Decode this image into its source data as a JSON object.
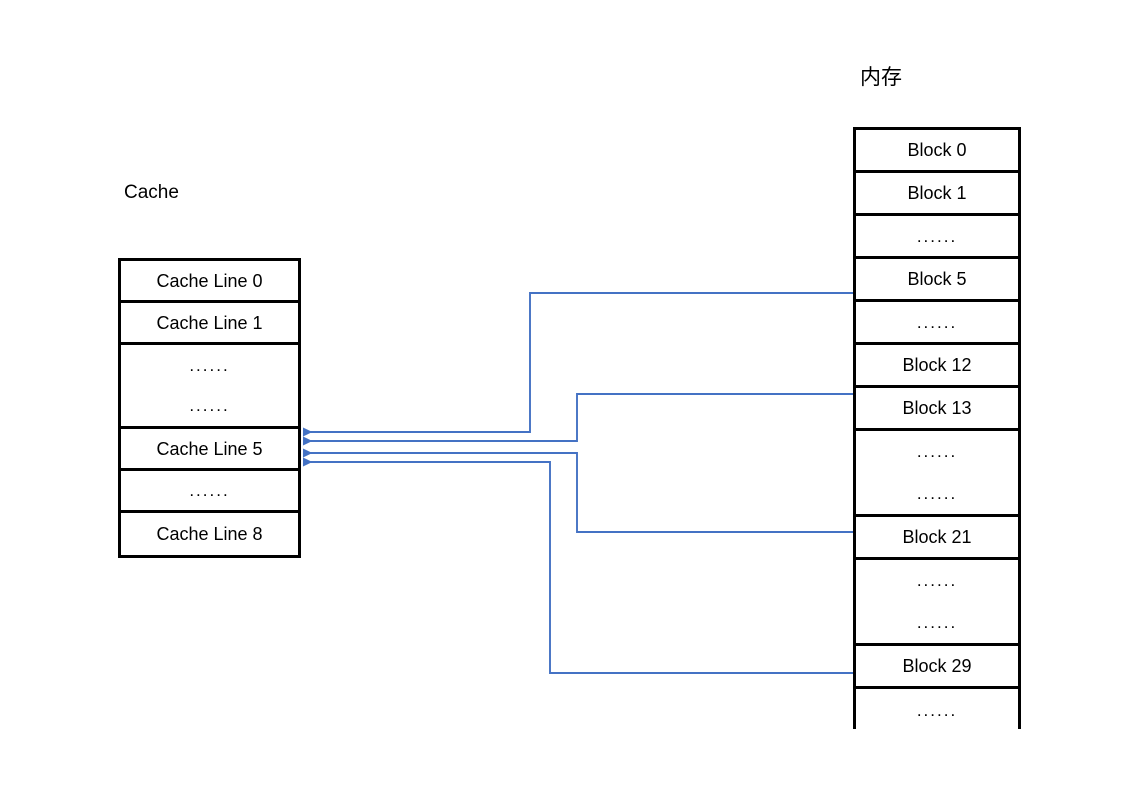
{
  "diagram": {
    "title_cache": "Cache",
    "title_memory": "内存",
    "accent_color": "#4472C4",
    "line_color": "#000000",
    "background": "#ffffff"
  },
  "cache": {
    "label": "Cache",
    "rows": [
      {
        "text": "Cache Line 0",
        "kind": "label"
      },
      {
        "text": "Cache Line 1",
        "kind": "label"
      },
      {
        "text": "......",
        "kind": "dots"
      },
      {
        "text": "......",
        "kind": "dots"
      },
      {
        "text": "Cache Line 5",
        "kind": "label"
      },
      {
        "text": "......",
        "kind": "dots"
      },
      {
        "text": "Cache Line 8",
        "kind": "label"
      }
    ]
  },
  "memory": {
    "label": "内存",
    "rows": [
      {
        "text": "Block 0",
        "kind": "label"
      },
      {
        "text": "Block 1",
        "kind": "label"
      },
      {
        "text": "......",
        "kind": "dots"
      },
      {
        "text": "Block 5",
        "kind": "label"
      },
      {
        "text": "......",
        "kind": "dots"
      },
      {
        "text": "Block 12",
        "kind": "label"
      },
      {
        "text": "Block 13",
        "kind": "label"
      },
      {
        "text": "......",
        "kind": "dots"
      },
      {
        "text": "......",
        "kind": "dots"
      },
      {
        "text": "Block 21",
        "kind": "label"
      },
      {
        "text": "......",
        "kind": "dots"
      },
      {
        "text": "......",
        "kind": "dots"
      },
      {
        "text": "Block 29",
        "kind": "label"
      },
      {
        "text": "......",
        "kind": "dots"
      }
    ]
  },
  "connections": [
    {
      "from": "Block 5",
      "to": "Cache Line 5"
    },
    {
      "from": "Block 13",
      "to": "Cache Line 5"
    },
    {
      "from": "Block 21",
      "to": "Cache Line 5"
    },
    {
      "from": "Block 29",
      "to": "Cache Line 5"
    }
  ]
}
